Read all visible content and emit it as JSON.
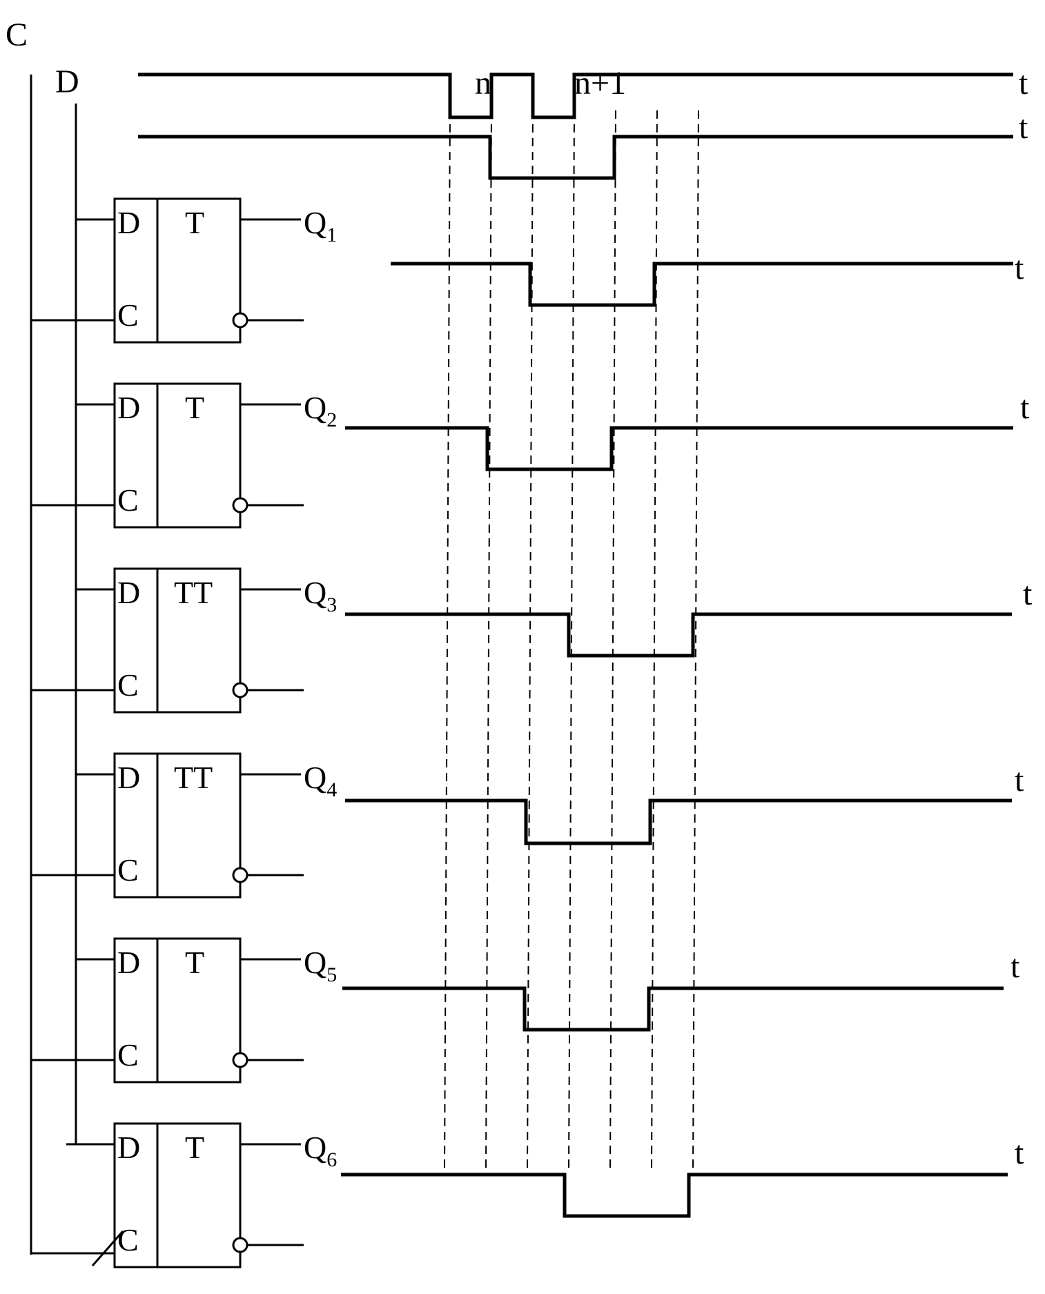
{
  "bus": {
    "clock_label": "C",
    "data_label": "D"
  },
  "flip_flops": [
    {
      "d_pin": "D",
      "c_pin": "C",
      "type": "T",
      "output": "Q",
      "index": "1"
    },
    {
      "d_pin": "D",
      "c_pin": "C",
      "type": "T",
      "output": "Q",
      "index": "2"
    },
    {
      "d_pin": "D",
      "c_pin": "C",
      "type": "TT",
      "output": "Q",
      "index": "3"
    },
    {
      "d_pin": "D",
      "c_pin": "C",
      "type": "TT",
      "output": "Q",
      "index": "4"
    },
    {
      "d_pin": "D",
      "c_pin": "C",
      "type": "T",
      "output": "Q",
      "index": "5"
    },
    {
      "d_pin": "D",
      "c_pin": "C",
      "type": "T",
      "output": "Q",
      "index": "6"
    }
  ],
  "timing": {
    "period_labels": [
      "n",
      "n+1"
    ],
    "time_axis_label": "t",
    "waveforms": [
      {
        "signal": "C",
        "low_intervals": [
          [
            1,
            2
          ],
          [
            3,
            4
          ]
        ]
      },
      {
        "signal": "D",
        "low_intervals": [
          [
            2,
            5
          ]
        ]
      },
      {
        "signal": "Q1",
        "low_intervals": [
          [
            3,
            6
          ]
        ]
      },
      {
        "signal": "Q2",
        "low_intervals": [
          [
            2,
            5
          ]
        ]
      },
      {
        "signal": "Q3",
        "low_intervals": [
          [
            4,
            7
          ]
        ]
      },
      {
        "signal": "Q4",
        "low_intervals": [
          [
            3,
            6
          ]
        ]
      },
      {
        "signal": "Q5",
        "low_intervals": [
          [
            3,
            6
          ]
        ]
      },
      {
        "signal": "Q6",
        "low_intervals": [
          [
            4,
            7
          ]
        ]
      }
    ]
  }
}
